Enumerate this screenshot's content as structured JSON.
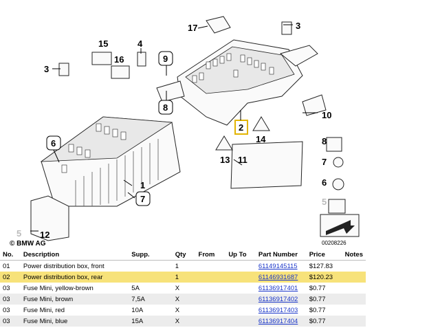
{
  "diagram": {
    "labels": [
      "17",
      "3",
      "15",
      "4",
      "16",
      "3",
      "9",
      "8",
      "2",
      "14",
      "10",
      "6",
      "13",
      "11",
      "1",
      "7",
      "8",
      "7",
      "6",
      "5",
      "12",
      "5"
    ],
    "copyright": "© BMW AG",
    "diagram_number": "00208226"
  },
  "table": {
    "headers": {
      "no": "No.",
      "description": "Description",
      "supp": "Supp.",
      "qty": "Qty",
      "from": "From",
      "up_to": "Up To",
      "part_number": "Part Number",
      "price": "Price",
      "notes": "Notes"
    },
    "rows": [
      {
        "no": "01",
        "description": "Power distribution box, front",
        "supp": "",
        "qty": "1",
        "from": "",
        "up_to": "",
        "part_number": "61149145115",
        "price": "$127.83",
        "notes": ""
      },
      {
        "no": "02",
        "description": "Power distribution box, rear",
        "supp": "",
        "qty": "1",
        "from": "",
        "up_to": "",
        "part_number": "61146931687",
        "price": "$120.23",
        "notes": ""
      },
      {
        "no": "03",
        "description": "Fuse Mini, yellow-brown",
        "supp": "5A",
        "qty": "X",
        "from": "",
        "up_to": "",
        "part_number": "61136917401",
        "price": "$0.77",
        "notes": ""
      },
      {
        "no": "03",
        "description": "Fuse Mini, brown",
        "supp": "7,5A",
        "qty": "X",
        "from": "",
        "up_to": "",
        "part_number": "61136917402",
        "price": "$0.77",
        "notes": ""
      },
      {
        "no": "03",
        "description": "Fuse Mini, red",
        "supp": "10A",
        "qty": "X",
        "from": "",
        "up_to": "",
        "part_number": "61136917403",
        "price": "$0.77",
        "notes": ""
      },
      {
        "no": "03",
        "description": "Fuse Mini, blue",
        "supp": "15A",
        "qty": "X",
        "from": "",
        "up_to": "",
        "part_number": "61136917404",
        "price": "$0.77",
        "notes": ""
      }
    ]
  }
}
